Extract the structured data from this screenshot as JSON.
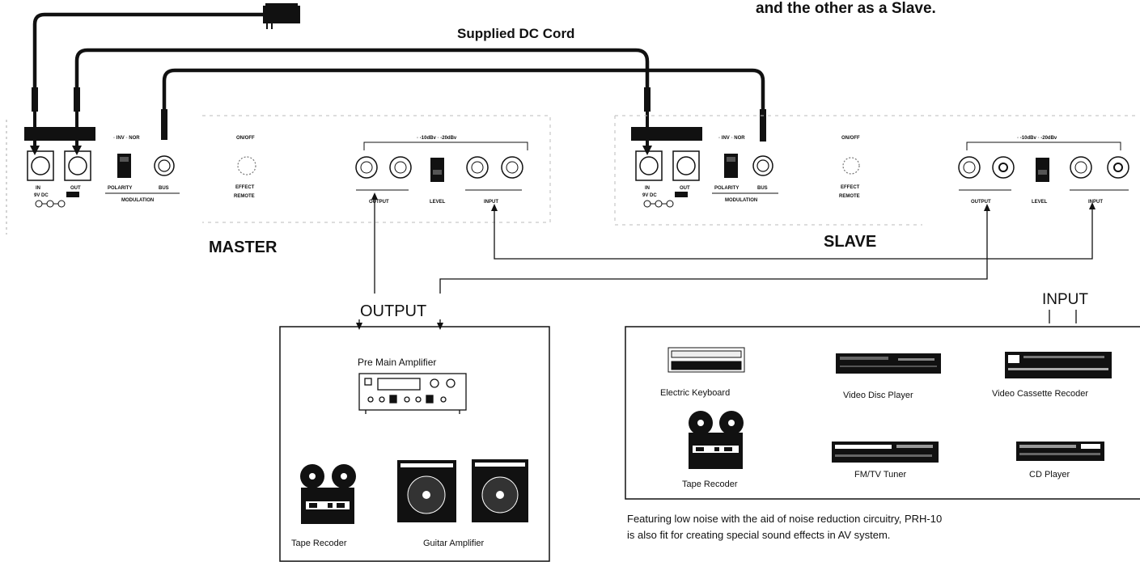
{
  "header": {
    "top_note": "and the other as a Slave.",
    "cord_label": "Supplied DC Cord"
  },
  "units": {
    "master_name": "MASTER",
    "slave_name": "SLAVE",
    "jack_in": "IN",
    "jack_out": "OUT",
    "dc_label": "9V DC",
    "polarity": "POLARITY",
    "bus": "BUS",
    "modulation": "MODULATION",
    "effect": "EFFECT",
    "remote": "REMOTE",
    "output_jack": "OUTPUT",
    "level": "LEVEL",
    "input_jack": "INPUT"
  },
  "routing": {
    "output_label": "OUTPUT",
    "input_label": "INPUT"
  },
  "output_devices": {
    "amp_title": "Pre Main Amplifier",
    "tape": "Tape Recoder",
    "guitar": "Guitar Amplifier"
  },
  "input_devices": [
    "Electric Keyboard",
    "Video Disc Player",
    "Video Cassette Recoder",
    "Tape Recoder",
    "FM/TV Tuner",
    "CD Player"
  ],
  "footer": {
    "line1": "Featuring low noise with the aid of noise reduction circuitry,  PRH-10",
    "line2": "is also fit for creating special sound effects in AV system."
  }
}
